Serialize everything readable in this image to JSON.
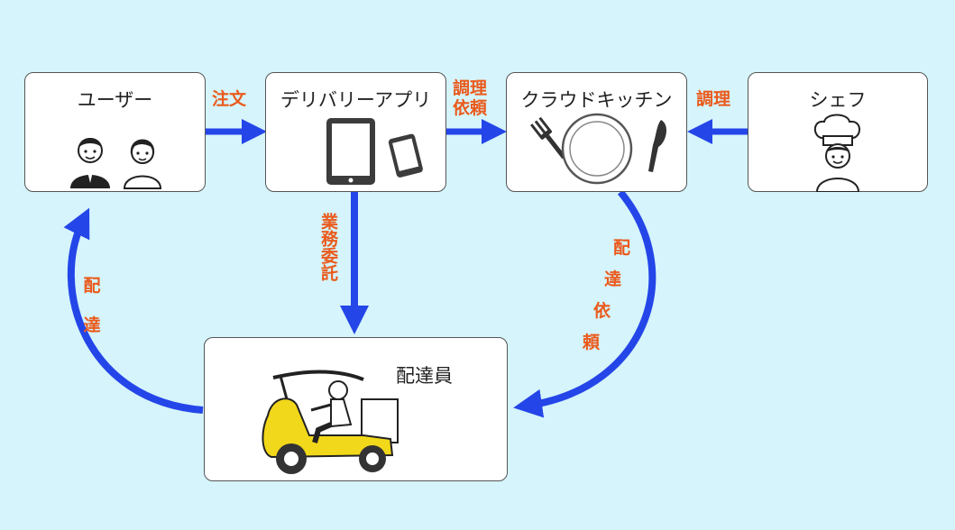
{
  "nodes": {
    "user": {
      "label": "ユーザー"
    },
    "app": {
      "label": "デリバリーアプリ"
    },
    "kitchen": {
      "label": "クラウドキッチン"
    },
    "chef": {
      "label": "シェフ"
    },
    "courier": {
      "label": "配達員"
    }
  },
  "edges": {
    "order": "注文",
    "cook_request": "調理\n依頼",
    "cook": "調理",
    "outsource": "業務委託",
    "deliver": "配\n達",
    "deliver_request": "配\n達\n依\n頼"
  },
  "colors": {
    "arrow": "#2446e8",
    "label": "#ea5a1c",
    "background": "#d5f4fb",
    "scooter": "#f2d81a"
  }
}
